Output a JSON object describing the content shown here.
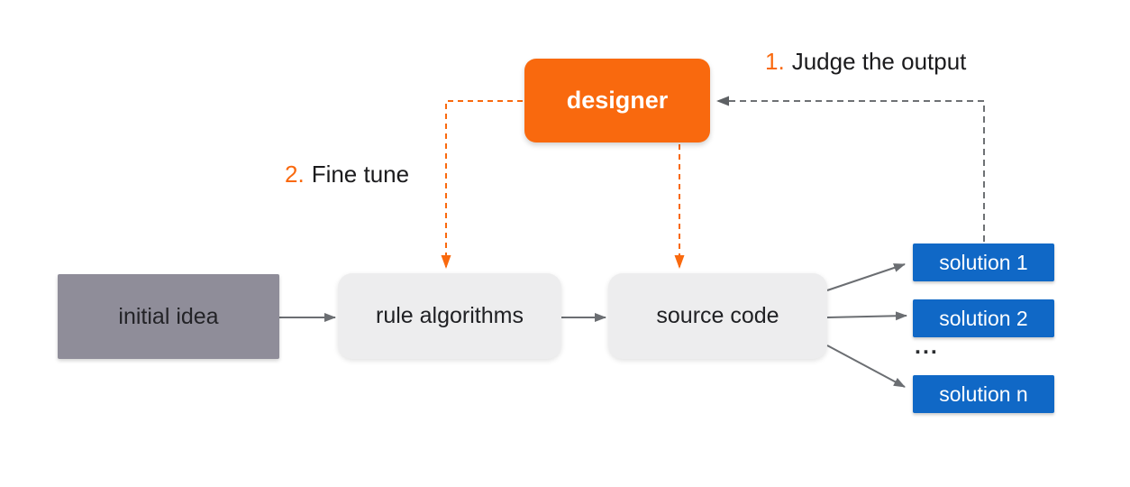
{
  "diagram": {
    "title_hint": "designer feedback loop flow diagram",
    "colors": {
      "accent_orange": "#F9690E",
      "solution_blue": "#1068C6",
      "initial_gray": "#8F8D99",
      "process_light_gray": "#EDEDEE",
      "arrow_gray": "#6B6E72",
      "background": "#FFFFFF"
    }
  },
  "nodes": {
    "designer": {
      "label": "designer"
    },
    "initial_idea": {
      "label": "initial idea"
    },
    "rule_algorithms": {
      "label": "rule algorithms"
    },
    "source_code": {
      "label": "source code"
    },
    "solutions": [
      {
        "label": "solution 1"
      },
      {
        "label": "solution 2"
      },
      {
        "label": "solution n"
      }
    ],
    "ellipsis": "..."
  },
  "annotations": {
    "judge": {
      "number": "1.",
      "text": "Judge the output"
    },
    "fine_tune": {
      "number": "2.",
      "text": "Fine tune"
    }
  },
  "edges": [
    {
      "from": "initial idea",
      "to": "rule algorithms",
      "style": "solid-gray-arrow"
    },
    {
      "from": "rule algorithms",
      "to": "source code",
      "style": "solid-gray-arrow"
    },
    {
      "from": "source code",
      "to": "solution 1",
      "style": "solid-gray-arrow"
    },
    {
      "from": "source code",
      "to": "solution 2",
      "style": "solid-gray-arrow"
    },
    {
      "from": "source code",
      "to": "solution n",
      "style": "solid-gray-arrow"
    },
    {
      "from": "solution 1",
      "to": "designer",
      "style": "dashed-gray-arrow",
      "label": "1. Judge the output"
    },
    {
      "from": "designer",
      "to": "rule algorithms",
      "style": "dashed-orange-arrow",
      "label": "2. Fine tune"
    },
    {
      "from": "designer",
      "to": "source code",
      "style": "dashed-orange-arrow"
    }
  ]
}
